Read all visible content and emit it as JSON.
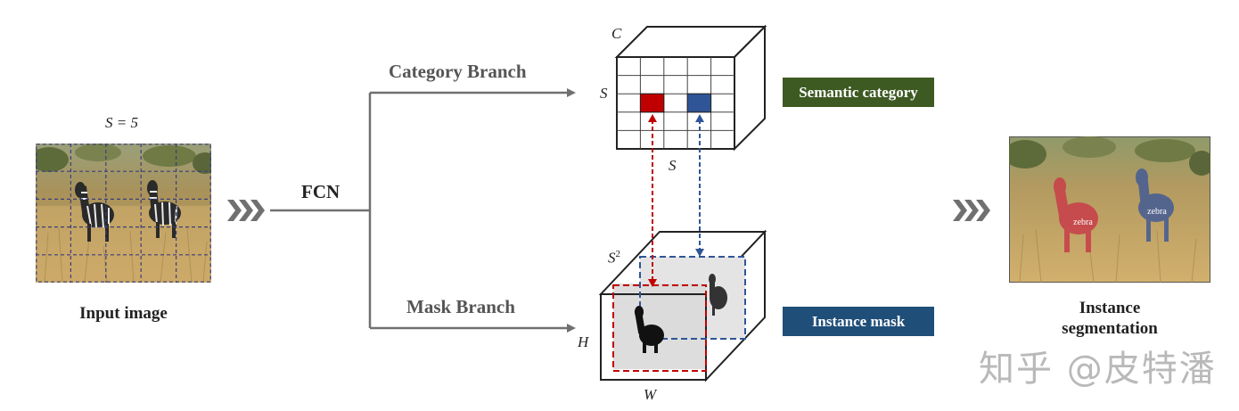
{
  "input": {
    "s_label": "S = 5",
    "caption": "Input image"
  },
  "fcn_label": "FCN",
  "category_branch": {
    "label": "Category Branch",
    "dim_c": "C",
    "dim_s_left": "S",
    "dim_s_bottom": "S",
    "box_label": "Semantic category",
    "box_color": "#3e5a23"
  },
  "mask_branch": {
    "label": "Mask Branch",
    "dim_s2": "S",
    "dim_s2_exp": "2",
    "dim_h": "H",
    "dim_w": "W",
    "box_label": "Instance mask",
    "box_color": "#1f4e79"
  },
  "output": {
    "caption_line1": "Instance",
    "caption_line2": "segmentation",
    "tag_left": "zebra",
    "tag_right": "zebra"
  },
  "colors": {
    "red_cell": "#c00000",
    "blue_cell": "#2f5597",
    "arrow_gray": "#707070",
    "chevron": "#707070"
  },
  "watermark": "知乎 @皮特潘"
}
